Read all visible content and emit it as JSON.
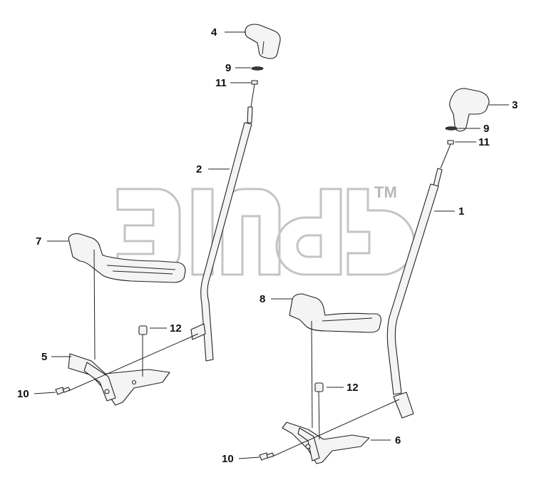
{
  "watermark": {
    "trademark": "TM"
  },
  "callouts": {
    "c1": "1",
    "c2": "2",
    "c3": "3",
    "c4": "4",
    "c5": "5",
    "c6": "6",
    "c7": "7",
    "c8": "8",
    "c9a": "9",
    "c9b": "9",
    "c10a": "10",
    "c10b": "10",
    "c11a": "11",
    "c11b": "11",
    "c12a": "12",
    "c12b": "12"
  }
}
